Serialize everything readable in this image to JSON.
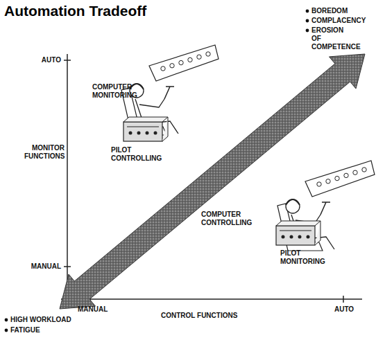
{
  "diagram": {
    "title": "Automation Tradeoff",
    "labels": [
      "AUTO",
      "BOREDOM",
      "COMPLACENCY",
      "EROSION OF COMPETENCE",
      "COMPUTER MONITORING",
      "MONITOR FUNCTIONS",
      "PILOT CONTROLLING",
      "COMPUTER CONTROLLING",
      "PILOT MONITORING",
      "MANUAL",
      "MANUAL",
      "CONTROL FUNCTIONS",
      "AUTO",
      "HIGH WORKLOAD",
      "FATIGUE"
    ]
  }
}
